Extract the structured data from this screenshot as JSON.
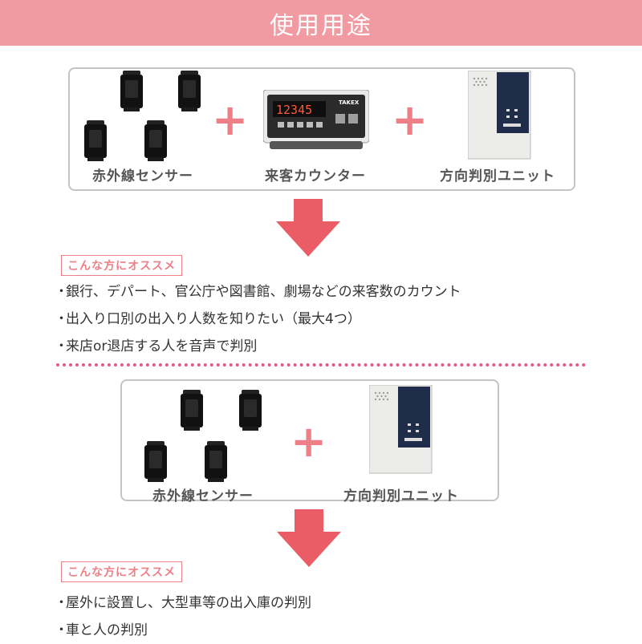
{
  "header": {
    "title": "使用用途"
  },
  "section1": {
    "items": [
      {
        "label": "赤外線センサー",
        "icon": "infrared-sensor-icon"
      },
      {
        "label": "来客カウンター",
        "icon": "visitor-counter-icon"
      },
      {
        "label": "方向判別ユニット",
        "icon": "direction-unit-icon"
      }
    ],
    "plus": "+",
    "counter_display": "12345",
    "counter_brand": "TAKEX",
    "recommend_label": "こんな方にオススメ",
    "bullets": [
      "銀行、デパート、官公庁や図書館、劇場などの来客数のカウント",
      "出入り口別の出入り人数を知りたい（最大4つ）",
      "来店or退店する人を音声で判別"
    ]
  },
  "section2": {
    "items": [
      {
        "label": "赤外線センサー",
        "icon": "infrared-sensor-icon"
      },
      {
        "label": "方向判別ユニット",
        "icon": "direction-unit-icon"
      }
    ],
    "plus": "+",
    "recommend_label": "こんな方にオススメ",
    "bullets": [
      "屋外に設置し、大型車等の出入庫の判別",
      "車と人の判別"
    ]
  },
  "bullet_mark": "・",
  "colors": {
    "header_bg": "#f29aa1",
    "accent": "#ef7f86",
    "divider": "#e8568f",
    "panel_border": "#c4c4c4"
  }
}
